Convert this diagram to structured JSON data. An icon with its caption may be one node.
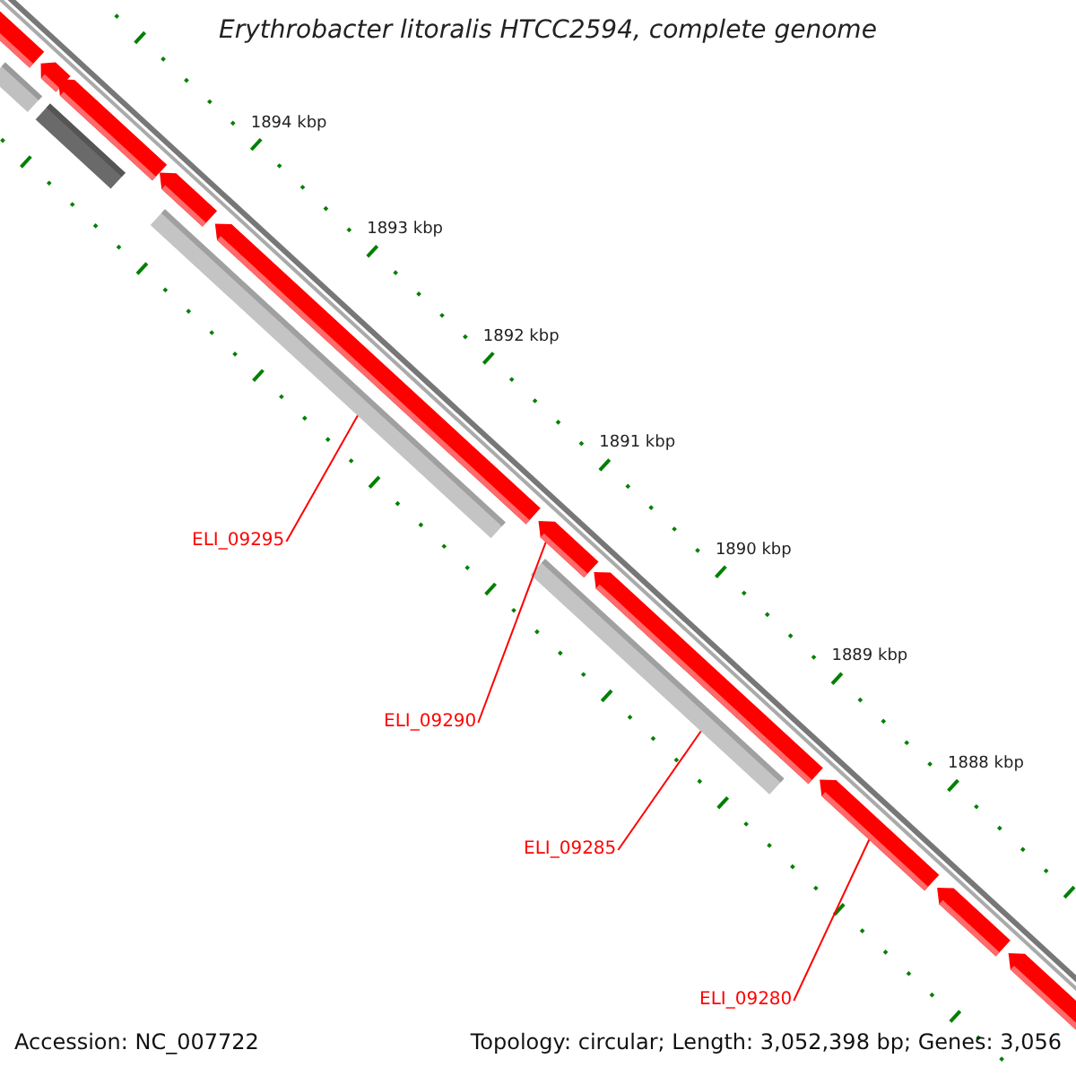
{
  "diagram": {
    "title": "Erythrobacter litoralis HTCC2594, complete genome",
    "nodes": [
      {
        "text": [
          "ELI_09295"
        ]
      },
      {
        "text": [
          "ELI_09290"
        ]
      },
      {
        "text": [
          "ELI_09285"
        ]
      },
      {
        "text": [
          "ELI_09280"
        ]
      },
      {
        "text": [],
        "shape": "bar"
      },
      {
        "text": [],
        "shape": "arrow"
      },
      {
        "text": [],
        "shape": "bar"
      },
      {
        "text": [],
        "shape": "arrow"
      },
      {
        "text": [],
        "shape": "arrow"
      },
      {
        "text": [],
        "shape": "arrow"
      },
      {
        "text": [],
        "shape": "bar"
      },
      {
        "text": [],
        "shape": "arrow"
      },
      {
        "text": [],
        "shape": "arrow"
      },
      {
        "text": [],
        "shape": "bar"
      },
      {
        "text": [],
        "shape": "arrow"
      },
      {
        "text": [],
        "shape": "arrow"
      },
      {
        "text": [],
        "shape": "arrow"
      },
      {
        "text": [],
        "shape": "arrow"
      }
    ],
    "edges": [
      {
        "from": 0,
        "to": 10,
        "arrow": "none"
      },
      {
        "from": 1,
        "to": 12,
        "arrow": "none"
      },
      {
        "from": 2,
        "to": 13,
        "arrow": "none"
      },
      {
        "from": 3,
        "to": 15,
        "arrow": "none"
      }
    ],
    "labels": [
      "1894 kbp",
      "1893 kbp",
      "1892 kbp",
      "1891 kbp",
      "1890 kbp",
      "1889 kbp",
      "1888 kbp",
      "Accession: NC_007722",
      "Topology: circular; Length: 3,052,398 bp; Genes: 3,056"
    ]
  }
}
